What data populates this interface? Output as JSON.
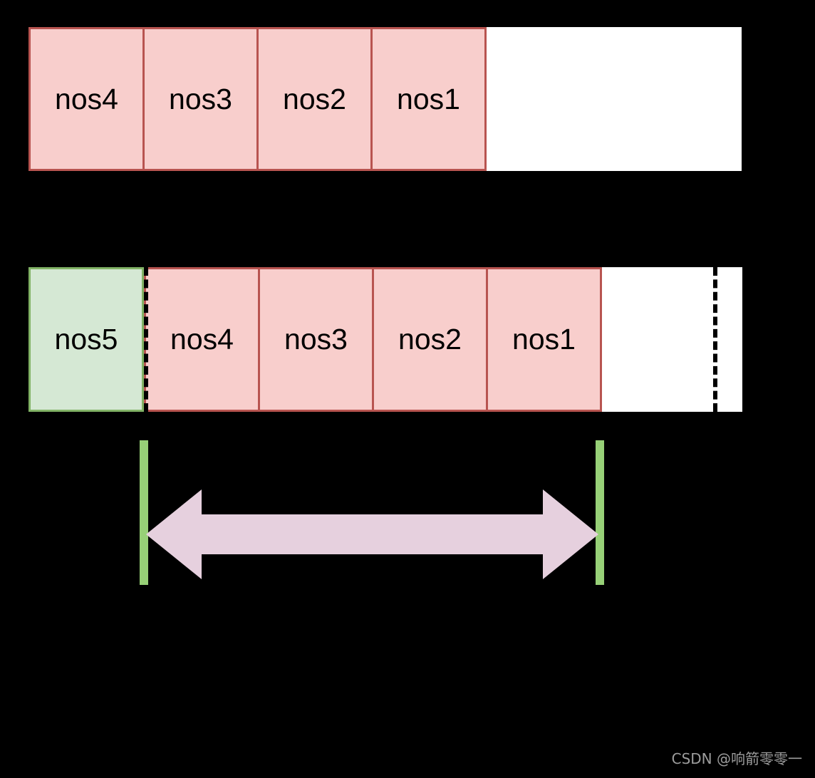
{
  "diagram": {
    "title": "ring-buffer-shift-diagram",
    "colors": {
      "pink_fill": "#F8CECC",
      "pink_stroke": "#B85450",
      "green_fill": "#D5E8D4",
      "green_stroke": "#82B366",
      "bar_green": "#97D077",
      "arrow_fill": "#E6D0DE",
      "dash_stroke": "#000000",
      "blank_fill": "#FFFFFF",
      "background": "#000000"
    },
    "row_one": {
      "name": "before-state-row",
      "cells": [
        {
          "label": "nos4",
          "kind": "pink"
        },
        {
          "label": "nos3",
          "kind": "pink"
        },
        {
          "label": "nos2",
          "kind": "pink"
        },
        {
          "label": "nos1",
          "kind": "pink"
        },
        {
          "label": "",
          "kind": "blank"
        }
      ]
    },
    "row_two": {
      "name": "after-state-row",
      "cells": [
        {
          "label": "nos5",
          "kind": "green"
        },
        {
          "label": "nos4",
          "kind": "pink"
        },
        {
          "label": "nos3",
          "kind": "pink"
        },
        {
          "label": "nos2",
          "kind": "pink"
        },
        {
          "label": "nos1",
          "kind": "pink"
        },
        {
          "label": "",
          "kind": "blank"
        }
      ]
    },
    "markers": {
      "dashed_line_left": "insertion-boundary",
      "dashed_line_right": "capacity-boundary",
      "range_bar_left": "range-start-marker",
      "range_bar_right": "range-end-marker",
      "arrow": "double-headed-span-arrow"
    }
  },
  "watermark": {
    "text": "CSDN @响箭零零一"
  }
}
